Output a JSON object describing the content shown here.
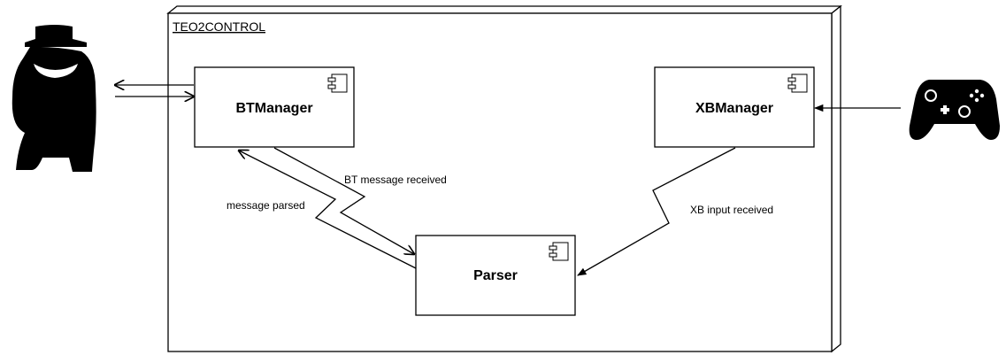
{
  "diagram": {
    "node_title": "TEO2CONTROL",
    "components": {
      "bt_manager": "BTManager",
      "xb_manager": "XBManager",
      "parser": "Parser"
    },
    "edges": {
      "bt_message_received": "BT message received",
      "message_parsed": "message parsed",
      "xb_input_received": "XB input received"
    },
    "icons": {
      "robot": "robot-silhouette-icon",
      "controller": "game-controller-icon",
      "component": "uml-component-icon"
    }
  }
}
